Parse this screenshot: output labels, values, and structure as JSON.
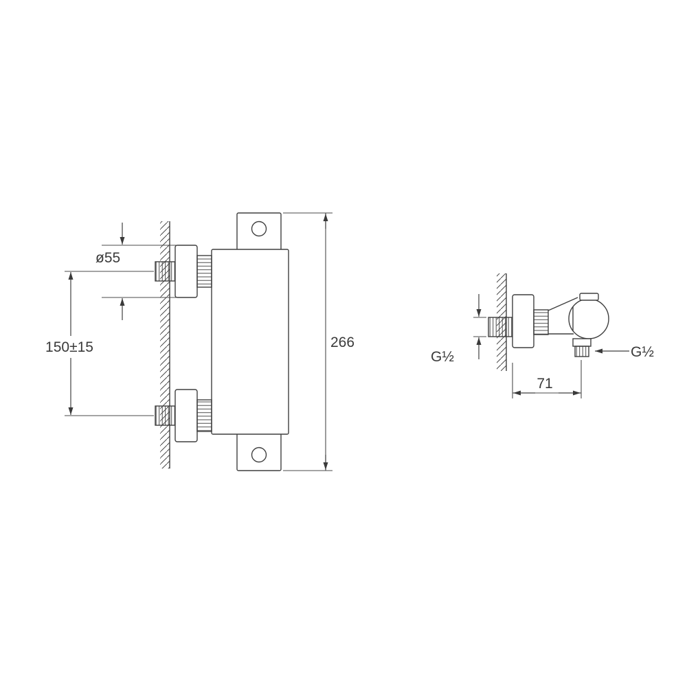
{
  "drawing": {
    "background": "#ffffff",
    "line_color": "#3f3f3f",
    "front_view": {
      "dim_flange_diameter": "ø55",
      "dim_port_spacing": "150±15",
      "dim_overall_height": "266"
    },
    "side_view": {
      "dim_inlet_thread": "G½",
      "dim_outlet_thread": "G½",
      "dim_wall_to_outlet_depth": "71"
    }
  }
}
